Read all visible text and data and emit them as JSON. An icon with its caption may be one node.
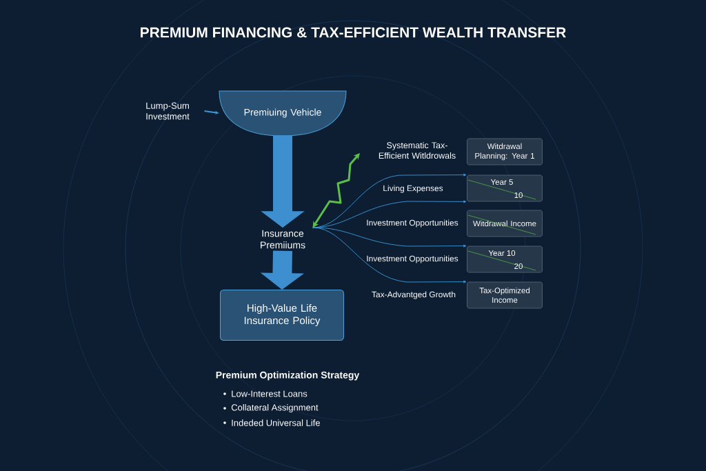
{
  "diagram": {
    "title": "PREMIUM FINANCING & TAX-EFFICIENT WEALTH TRANSFER",
    "nodes": [
      {
        "text": [
          "Lump-Sum Investment"
        ]
      },
      {
        "text": [
          "Premiuing Vehicle"
        ]
      },
      {
        "text": [
          "Insurance Premiiums"
        ]
      },
      {
        "text": [
          "High-Value Life Insurance Policy"
        ]
      },
      {
        "text": [
          "Witdrawal Planning: Year 1"
        ]
      },
      {
        "text": [
          "Year 5",
          "10"
        ]
      },
      {
        "text": [
          "Witdrawal Income"
        ]
      },
      {
        "text": [
          "Year 10",
          "20"
        ]
      },
      {
        "text": [
          "Tax-Optimized Income"
        ]
      }
    ],
    "edges": [
      {
        "from": 0,
        "to": 1,
        "arrow": "to"
      },
      {
        "from": 1,
        "to": 2,
        "arrow": "to",
        "style": "thick"
      },
      {
        "from": 2,
        "to": 3,
        "arrow": "to",
        "style": "thick"
      },
      {
        "from": null,
        "to": 2,
        "arrow": "both",
        "style": "thick",
        "color": "#5cbf4a"
      },
      {
        "from": 2,
        "to": 5,
        "arrow": "to"
      },
      {
        "from": 2,
        "to": 5,
        "arrow": "to"
      },
      {
        "from": 2,
        "to": 7,
        "arrow": "to"
      },
      {
        "from": 2,
        "to": 8,
        "arrow": "to"
      }
    ],
    "labels": [
      "Systematic Tax-Efficient Witldrowals",
      "Living Expenses",
      "Investment Opportunities",
      "Investment Opportunities",
      "Tax-Advantged Growth",
      "Premium Optimization Strategy",
      "Low-Interest Loans",
      "Collateral Assignment",
      "Indeded Universal Life"
    ]
  }
}
